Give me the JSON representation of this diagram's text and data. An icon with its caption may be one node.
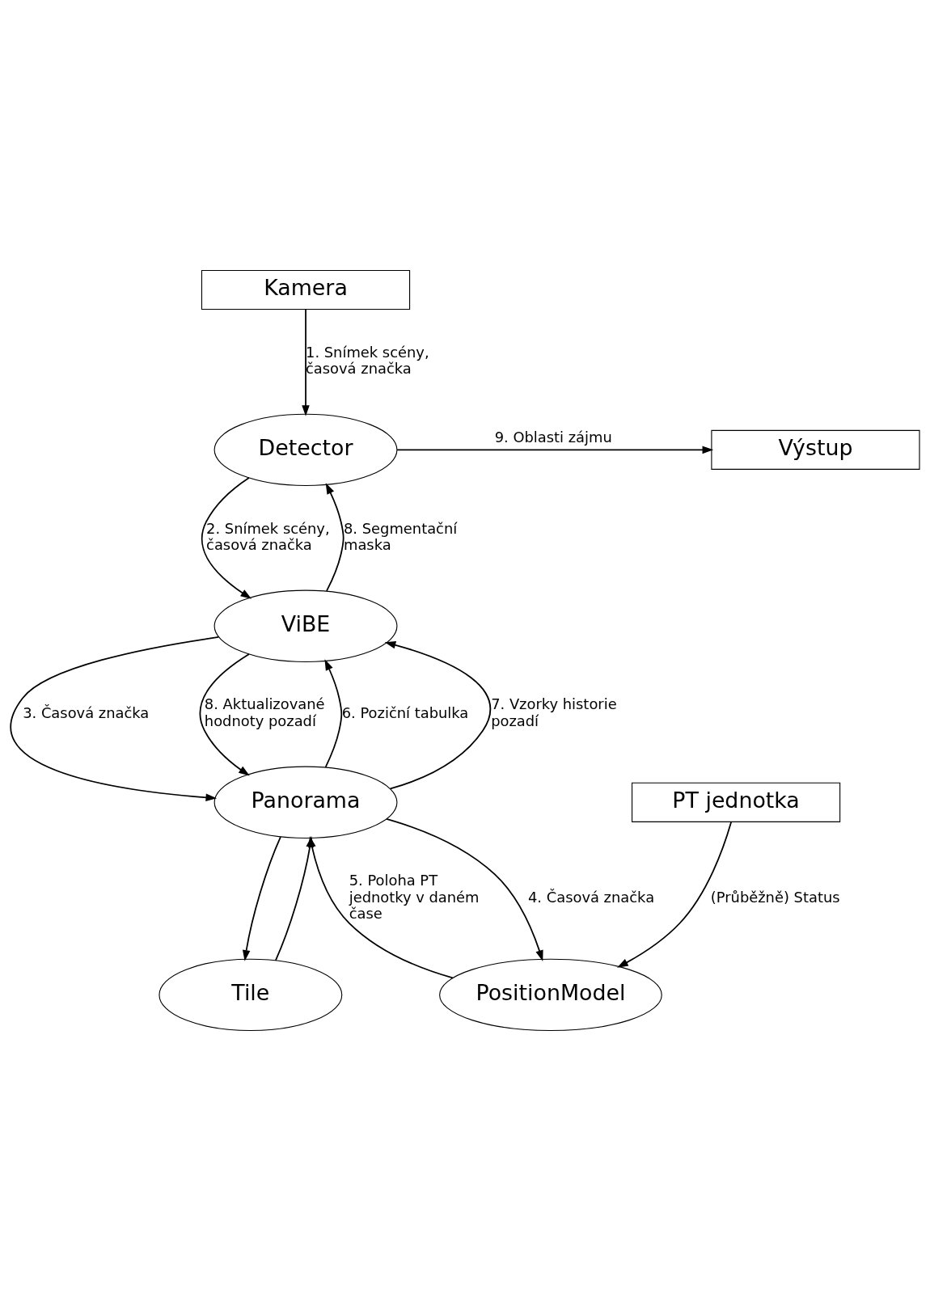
{
  "diagram": {
    "nodes": [
      {
        "text": [
          "Kamera"
        ]
      },
      {
        "text": [
          "Detector"
        ]
      },
      {
        "text": [
          "Výstup"
        ]
      },
      {
        "text": [
          "ViBE"
        ]
      },
      {
        "text": [
          "Panorama"
        ]
      },
      {
        "text": [
          "PositionModel"
        ]
      },
      {
        "text": [
          "Tile"
        ]
      },
      {
        "text": [
          "PT jednotka"
        ]
      }
    ],
    "edges": [
      {
        "from": 0,
        "to": 1,
        "arrow": "to",
        "label": "1. Snímek scény, časová značka"
      },
      {
        "from": 1,
        "to": 2,
        "arrow": "to",
        "label": "9. Oblasti zájmu"
      },
      {
        "from": 1,
        "to": 3,
        "arrow": "to",
        "label": "2. Snímek scény, časová značka"
      },
      {
        "from": 3,
        "to": 1,
        "arrow": "to",
        "label": "8. Segmentační maska"
      },
      {
        "from": 3,
        "to": 4,
        "arrow": "to",
        "label": "3. Časová značka"
      },
      {
        "from": 4,
        "to": 3,
        "arrow": "to",
        "label": "6. Poziční tabulka"
      },
      {
        "from": 4,
        "to": 3,
        "arrow": "to",
        "label": "7. Vzorky historie pozadí"
      },
      {
        "from": 3,
        "to": 4,
        "arrow": "to",
        "label": "8. Aktualizované hodnoty pozadí"
      },
      {
        "from": 4,
        "to": 6,
        "arrow": "to"
      },
      {
        "from": 6,
        "to": 4,
        "arrow": "to"
      },
      {
        "from": 4,
        "to": 5,
        "arrow": "to",
        "label": "4. Časová značka"
      },
      {
        "from": 5,
        "to": 4,
        "arrow": "to",
        "label": "5. Poloha PT jednotky v daném čase"
      },
      {
        "from": 7,
        "to": 5,
        "arrow": "to",
        "label": "(Průběžně) Status"
      }
    ]
  }
}
